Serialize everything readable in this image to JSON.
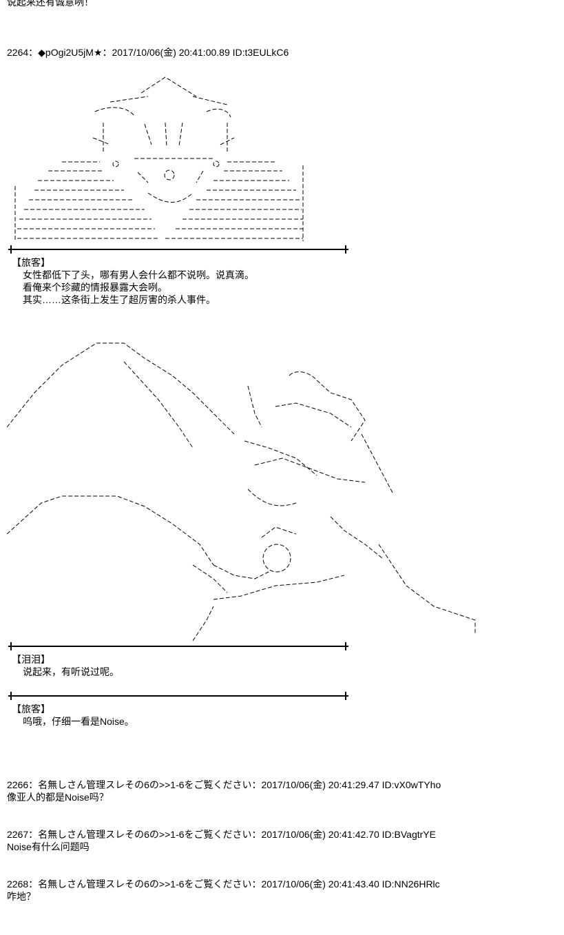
{
  "top_line": "说起来还有诚意咧！",
  "post_2264": {
    "header": "2264：◆pOgi2U5jM★：2017/10/06(金) 20:41:00.89 ID:t3EULkC6"
  },
  "dialog_1": {
    "speaker": "【旅客】",
    "lines": [
      "女性都低下了头，哪有男人会什么都不说咧。说真滴。",
      "看俺来个珍藏的情报暴露大会咧。",
      "其实……这条街上发生了超厉害的杀人事件。"
    ]
  },
  "dialog_2": {
    "speaker": "【泪泪】",
    "lines": [
      "说起来，有听说过呢。"
    ]
  },
  "dialog_3": {
    "speaker": "【旅客】",
    "lines": [
      "呜哦，仔细一看是Noise。"
    ]
  },
  "replies": [
    {
      "header": "2266：名無しさん管理スレその6の>>1-6をご覧ください：2017/10/06(金) 20:41:29.47 ID:vX0wTYho",
      "body": "像亚人的都是Noise吗？"
    },
    {
      "header": "2267：名無しさん管理スレその6の>>1-6をご覧ください：2017/10/06(金) 20:41:42.70 ID:BVagtrYE",
      "body": "Noise有什么问题吗"
    },
    {
      "header": "2268：名無しさん管理スレその6の>>1-6をご覧ください：2017/10/06(金) 20:41:43.40 ID:NN26HRlc",
      "body": "咋地？"
    }
  ]
}
